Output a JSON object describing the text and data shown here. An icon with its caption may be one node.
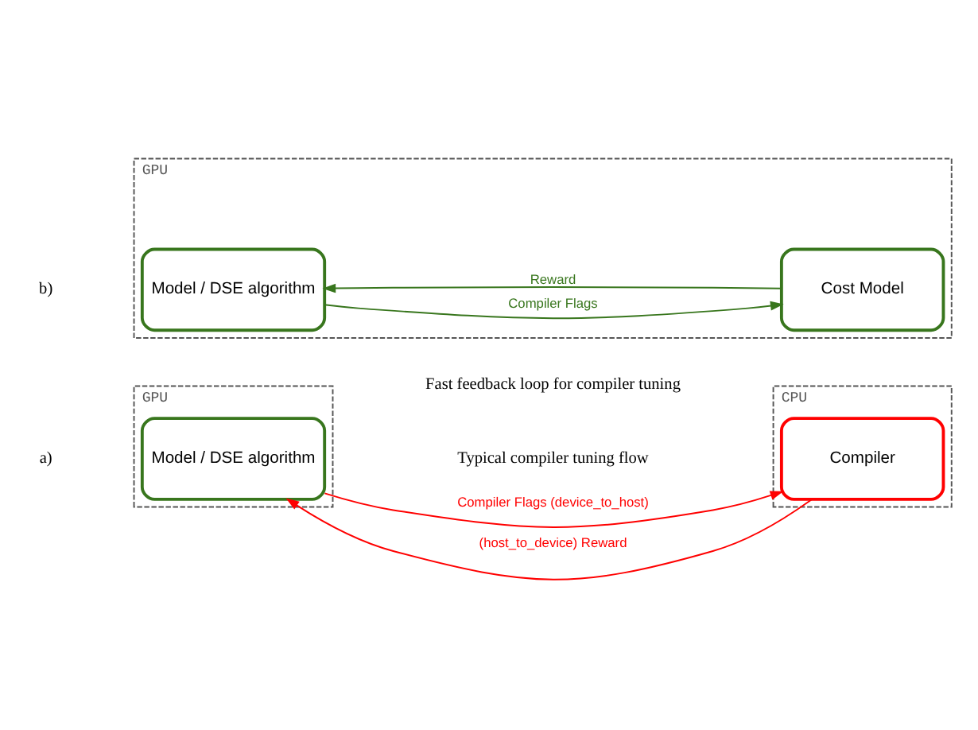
{
  "diagram": {
    "nodes": [
      {
        "text": [
          "GPU"
        ]
      },
      {
        "text": [
          "Model / DSE algorithm"
        ],
        "in": 0
      },
      {
        "text": [
          "CPU"
        ]
      },
      {
        "text": [
          "Compiler"
        ],
        "in": 2
      },
      {
        "text": [
          "GPU"
        ]
      },
      {
        "text": [
          "Model / DSE algorithm"
        ],
        "in": 4
      },
      {
        "text": [
          "Cost Model"
        ],
        "in": 4
      }
    ],
    "edges": [
      {
        "from": 1,
        "to": 3,
        "arrow": "to",
        "label": "Compiler Flags (device_to_host)",
        "color": "#ff0000"
      },
      {
        "from": 3,
        "to": 1,
        "arrow": "to",
        "label": "(host_to_device) Reward",
        "color": "#ff0000"
      },
      {
        "from": 5,
        "to": 6,
        "arrow": "to",
        "label": "Compiler Flags",
        "color": "#38761d"
      },
      {
        "from": 6,
        "to": 5,
        "arrow": "to",
        "label": "Reward",
        "color": "#38761d"
      }
    ],
    "labels": [
      "a)",
      "Typical compiler tuning flow",
      "b)",
      "Fast feedback loop for compiler tuning"
    ]
  }
}
